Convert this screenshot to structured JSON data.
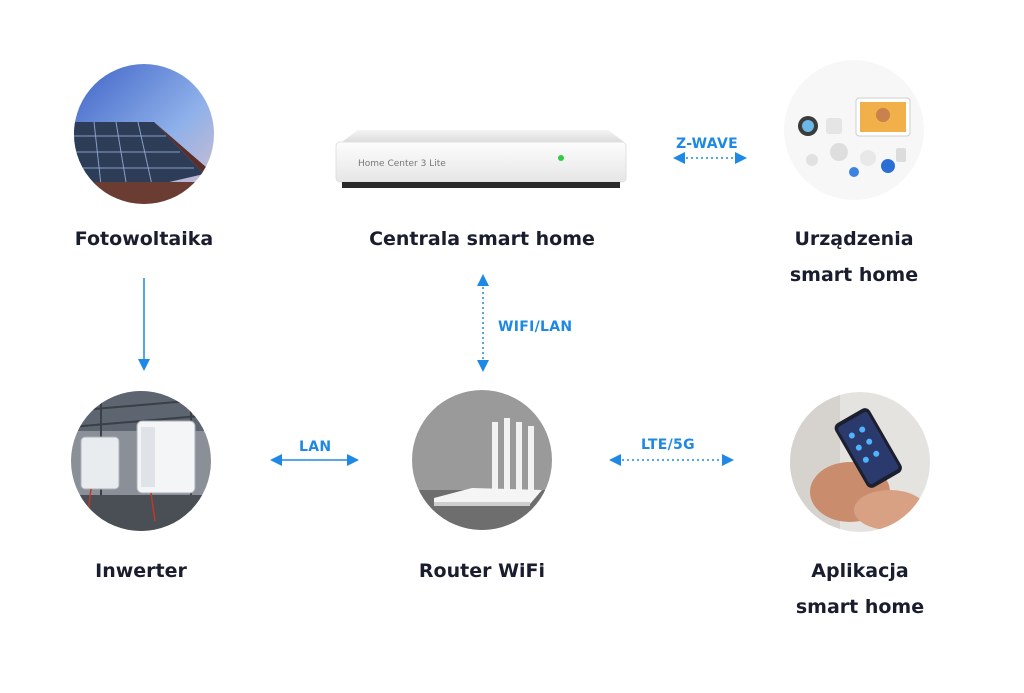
{
  "nodes": {
    "pv": {
      "label": "Fotowoltaika"
    },
    "hub": {
      "label": "Centrala smart home",
      "device_text": "Home Center 3 Lite"
    },
    "devices": {
      "label_line1": "Urządzenia",
      "label_line2": "smart home"
    },
    "inverter": {
      "label": "Inwerter"
    },
    "router": {
      "label": "Router WiFi"
    },
    "app": {
      "label_line1": "Aplikacja",
      "label_line2": "smart home"
    }
  },
  "connections": {
    "zwave": "Z-WAVE",
    "wifi_lan": "WIFI/LAN",
    "lan": "LAN",
    "lte": "LTE/5G"
  },
  "colors": {
    "accent": "#1e88e5",
    "text": "#1a1d2e"
  }
}
